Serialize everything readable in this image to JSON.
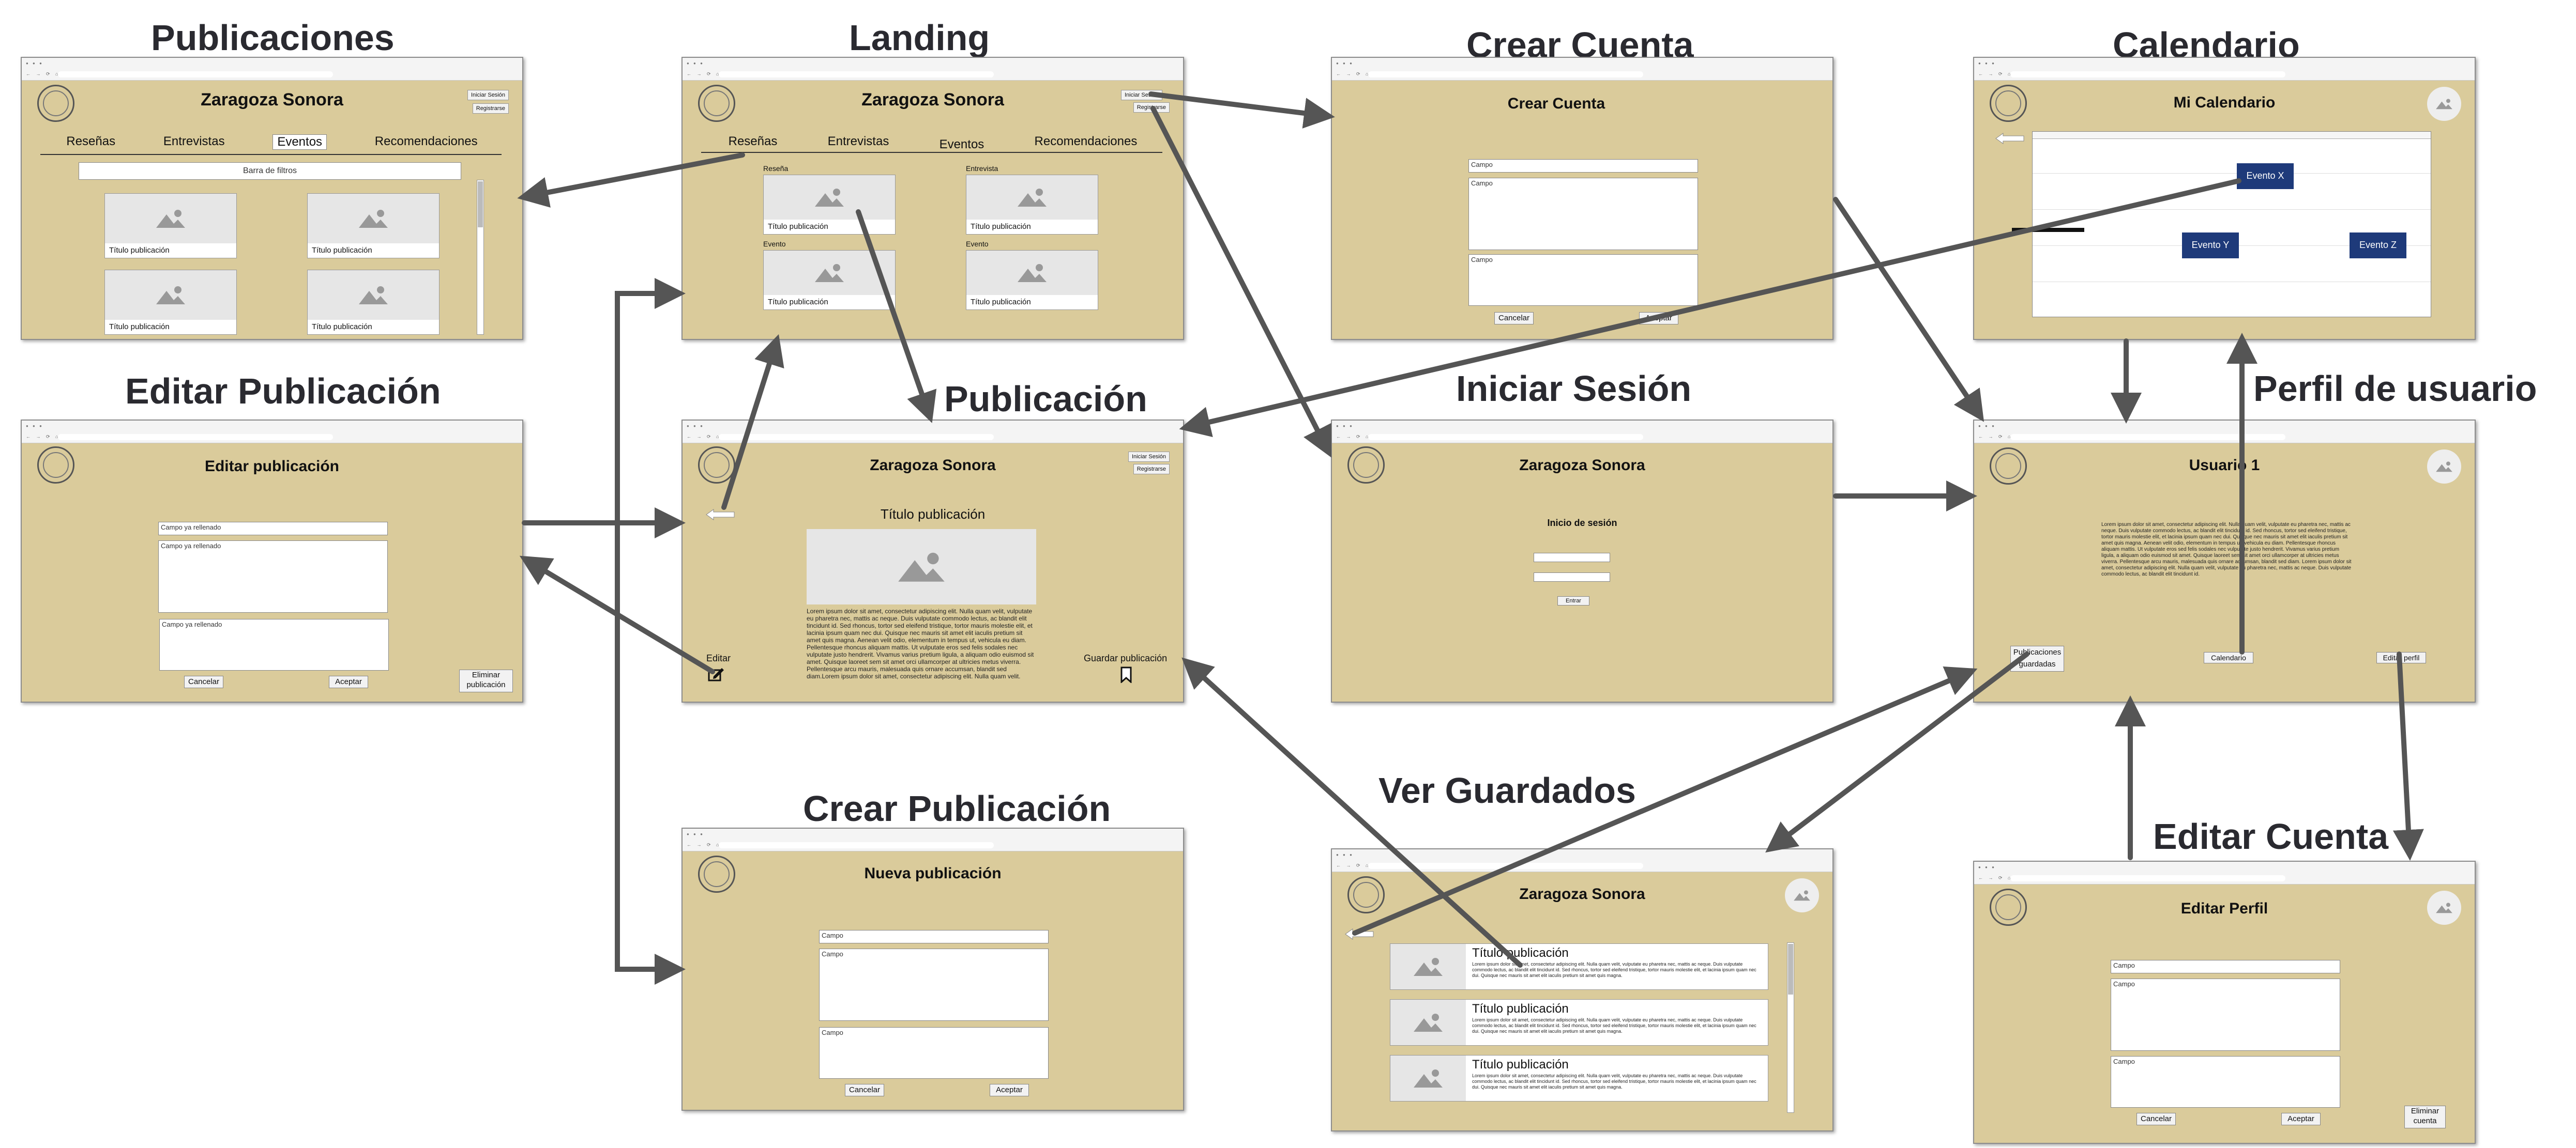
{
  "screens": {
    "publicaciones": {
      "title": "Publicaciones",
      "app_title": "Zaragoza Sonora",
      "login": "Iniciar Sesión",
      "register": "Registrarse",
      "tabs": [
        "Reseñas",
        "Entrevistas",
        "Eventos",
        "Recomendaciones"
      ],
      "filter": "Barra de filtros",
      "cards": [
        "Título publicación",
        "Título publicación",
        "Título publicación",
        "Título publicación"
      ]
    },
    "landing": {
      "title": "Landing",
      "app_title": "Zaragoza Sonora",
      "login": "Iniciar Sesión",
      "register": "Registrarse",
      "tabs": [
        "Reseñas",
        "Entrevistas",
        "Eventos",
        "Recomendaciones"
      ],
      "section_labels": [
        "Reseña",
        "Entrevista",
        "Evento",
        "Evento"
      ],
      "cards": [
        "Título publicación",
        "Título publicación",
        "Título publicación",
        "Título publicación"
      ]
    },
    "crear_cuenta": {
      "title": "Crear Cuenta",
      "heading": "Crear Cuenta",
      "fields": [
        "Campo",
        "Campo",
        "Campo"
      ],
      "cancel": "Cancelar",
      "accept": "Aceptar"
    },
    "calendario": {
      "title": "Calendario",
      "heading": "Mi Calendario",
      "events": [
        "Evento X",
        "Evento Y",
        "Evento Z"
      ]
    },
    "editar_publicacion": {
      "title": "Editar Publicación",
      "heading": "Editar publicación",
      "fields": [
        "Campo ya rellenado",
        "Campo ya rellenado",
        "Campo ya rellenado"
      ],
      "cancel": "Cancelar",
      "accept": "Aceptar",
      "delete": "Eliminar publicación"
    },
    "publicacion": {
      "title": "Publicación",
      "app_title": "Zaragoza Sonora",
      "login": "Iniciar Sesión",
      "register": "Registrarse",
      "post_title": "Título publicación",
      "body": "Lorem ipsum dolor sit amet, consectetur adipiscing elit. Nulla quam velit, vulputate eu pharetra nec, mattis ac neque. Duis vulputate commodo lectus, ac blandit elit tincidunt id. Sed rhoncus, tortor sed eleifend tristique, tortor mauris molestie elit, et lacinia ipsum quam nec dui. Quisque nec mauris sit amet elit iaculis pretium sit amet quis magna. Aenean velit odio, elementum in tempus ut, vehicula eu diam. Pellentesque rhoncus aliquam mattis. Ut vulputate eros sed felis sodales nec vulputate justo hendrerit. Vivamus varius pretium ligula, a aliquam odio euismod sit amet. Quisque laoreet sem sit amet orci ullamcorper at ultricies metus viverra. Pellentesque arcu mauris, malesuada quis ornare accumsan, blandit sed diam.Lorem ipsum dolor sit amet, consectetur adipiscing elit. Nulla quam velit.",
      "edit": "Editar",
      "save": "Guardar publicación"
    },
    "iniciar_sesion": {
      "title": "Iniciar Sesión",
      "app_title": "Zaragoza Sonora",
      "subheading": "Inicio de sesión",
      "enter": "Entrar"
    },
    "perfil": {
      "title": "Perfil de usuario",
      "heading": "Usuario 1",
      "bio": "Lorem ipsum dolor sit amet, consectetur adipiscing elit. Nulla quam velit, vulputate eu pharetra nec, mattis ac neque. Duis vulputate commodo lectus, ac blandit elit tincidunt id. Sed rhoncus, tortor sed eleifend tristique, tortor mauris molestie elit, et lacinia ipsum quam nec dui. Quisque nec mauris sit amet elit iaculis pretium sit amet quis magna. Aenean velit odio, elementum in tempus ut, vehicula eu diam. Pellentesque rhoncus aliquam mattis. Ut vulputate eros sed felis sodales nec vulputate justo hendrerit. Vivamus varius pretium ligula, a aliquam odio euismod sit amet. Quisque laoreet sem sit amet orci ullamcorper at ultricies metus viverra. Pellentesque arcu mauris, malesuada quis ornare accumsan, blandit sed diam. Lorem ipsum dolor sit amet, consectetur adipiscing elit. Nulla quam velit, vulputate eu pharetra nec, mattis ac neque. Duis vulputate commodo lectus, ac blandit elit tincidunt id.",
      "saved": "Publicaciones guardadas",
      "calendar": "Calendario",
      "edit_profile": "Editar perfil"
    },
    "crear_publicacion": {
      "title": "Crear Publicación",
      "heading": "Nueva publicación",
      "fields": [
        "Campo",
        "Campo",
        "Campo"
      ],
      "cancel": "Cancelar",
      "accept": "Aceptar"
    },
    "ver_guardados": {
      "title": "Ver Guardados",
      "app_title": "Zaragoza Sonora",
      "items": [
        "Título publicación",
        "Título publicación",
        "Título publicación"
      ],
      "snippet": "Lorem ipsum dolor sit amet, consectetur adipiscing elit. Nulla quam velit, vulputate eu pharetra nec, mattis ac neque. Duis vulputate commodo lectus, ac blandit elit tincidunt id. Sed rhoncus, tortor sed eleifend tristique, tortor mauris molestie elit, et lacinia ipsum quam nec dui. Quisque nec mauris sit amet elit iaculis pretium sit amet quis magna."
    },
    "editar_cuenta": {
      "title": "Editar Cuenta",
      "heading": "Editar Perfil",
      "fields": [
        "Campo",
        "Campo",
        "Campo"
      ],
      "cancel": "Cancelar",
      "accept": "Aceptar",
      "delete": "Eliminar cuenta"
    }
  },
  "colors": {
    "screen_bg": "#dacb9b",
    "event": "#1e3a7a",
    "arrow": "#555555"
  }
}
